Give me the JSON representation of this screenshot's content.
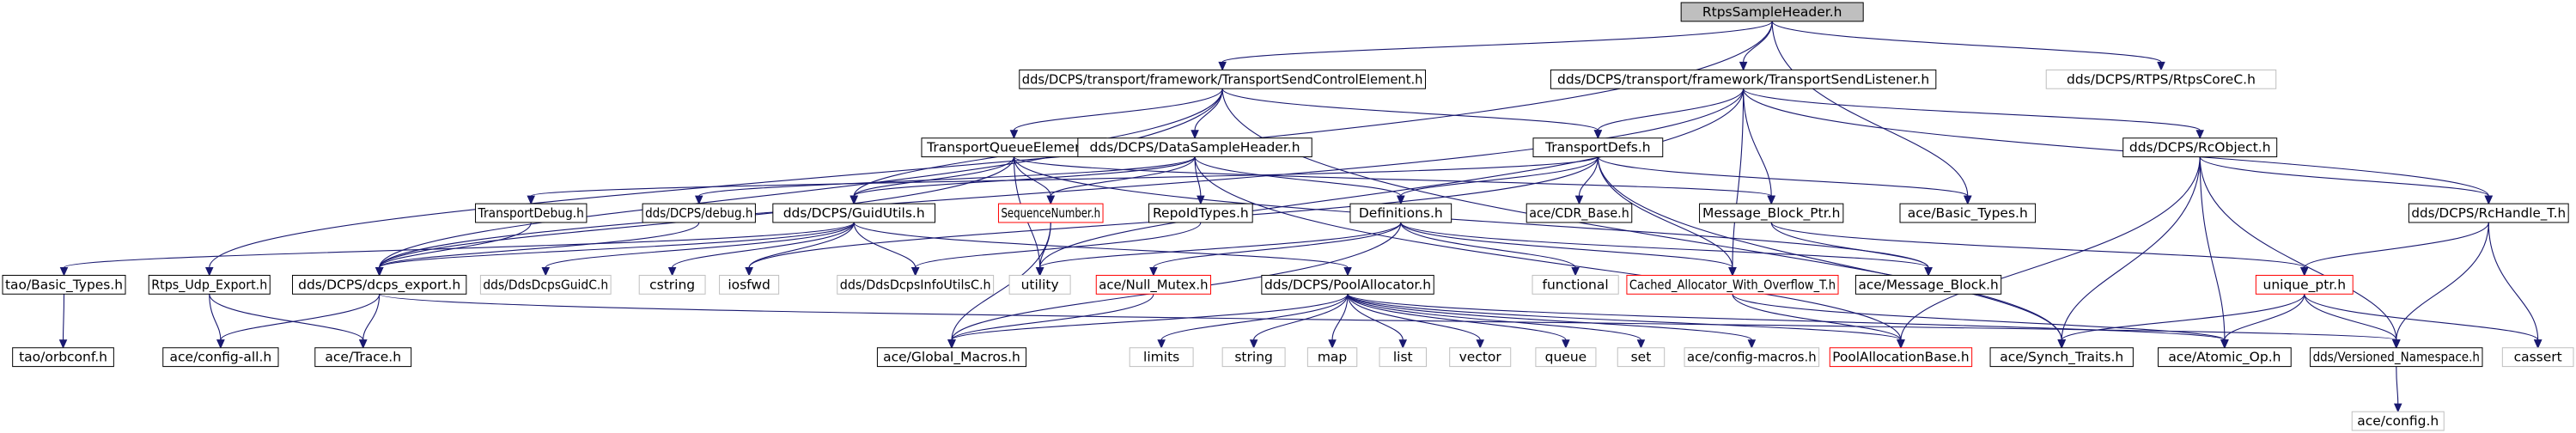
{
  "graph": {
    "colors": {
      "edge": "#191970",
      "node_border": "#000000",
      "root_fill": "#bfbfbf",
      "external_border": "#bfbfbf",
      "truncated_border": "#ff0000",
      "external_text": "#7f7f7f"
    },
    "nodes": [
      {
        "id": "root",
        "label": "RtpsSampleHeader.h",
        "kind": "root"
      },
      {
        "id": "tsce",
        "label": "dds/DCPS/transport/framework/TransportSendControlElement.h",
        "kind": "normal"
      },
      {
        "id": "tsl",
        "label": "dds/DCPS/transport/framework/TransportSendListener.h",
        "kind": "normal"
      },
      {
        "id": "rtpscore",
        "label": "dds/DCPS/RTPS/RtpsCoreC.h",
        "kind": "external"
      },
      {
        "id": "tqe",
        "label": "TransportQueueElement.h",
        "kind": "normal"
      },
      {
        "id": "dsh",
        "label": "dds/DCPS/DataSampleHeader.h",
        "kind": "normal"
      },
      {
        "id": "tdefs",
        "label": "TransportDefs.h",
        "kind": "normal"
      },
      {
        "id": "rcobj",
        "label": "dds/DCPS/RcObject.h",
        "kind": "normal"
      },
      {
        "id": "tdebug",
        "label": "TransportDebug.h",
        "kind": "normal"
      },
      {
        "id": "debug",
        "label": "dds/DCPS/debug.h",
        "kind": "normal"
      },
      {
        "id": "guid",
        "label": "dds/DCPS/GuidUtils.h",
        "kind": "normal"
      },
      {
        "id": "seqnum",
        "label": "SequenceNumber.h",
        "kind": "truncated"
      },
      {
        "id": "repoid",
        "label": "RepoIdTypes.h",
        "kind": "normal"
      },
      {
        "id": "defs",
        "label": "Definitions.h",
        "kind": "normal"
      },
      {
        "id": "cdr",
        "label": "ace/CDR_Base.h",
        "kind": "normal"
      },
      {
        "id": "mbptr",
        "label": "Message_Block_Ptr.h",
        "kind": "normal"
      },
      {
        "id": "basic",
        "label": "ace/Basic_Types.h",
        "kind": "normal"
      },
      {
        "id": "rchandle",
        "label": "dds/DCPS/RcHandle_T.h",
        "kind": "normal"
      },
      {
        "id": "taobasic",
        "label": "tao/Basic_Types.h",
        "kind": "normal"
      },
      {
        "id": "rtpsudp",
        "label": "Rtps_Udp_Export.h",
        "kind": "normal"
      },
      {
        "id": "dcpsexp",
        "label": "dds/DCPS/dcps_export.h",
        "kind": "normal"
      },
      {
        "id": "ddsguidc",
        "label": "dds/DdsDcpsGuidC.h",
        "kind": "external"
      },
      {
        "id": "cstring",
        "label": "cstring",
        "kind": "external"
      },
      {
        "id": "iosfwd",
        "label": "iosfwd",
        "kind": "external"
      },
      {
        "id": "infoutils",
        "label": "dds/DdsDcpsInfoUtilsC.h",
        "kind": "external"
      },
      {
        "id": "utility",
        "label": "utility",
        "kind": "external"
      },
      {
        "id": "nullmutex",
        "label": "ace/Null_Mutex.h",
        "kind": "truncated"
      },
      {
        "id": "poolalloc",
        "label": "dds/DCPS/PoolAllocator.h",
        "kind": "normal"
      },
      {
        "id": "functional",
        "label": "functional",
        "kind": "external"
      },
      {
        "id": "cached",
        "label": "Cached_Allocator_With_Overflow_T.h",
        "kind": "truncated"
      },
      {
        "id": "msgblock",
        "label": "ace/Message_Block.h",
        "kind": "normal"
      },
      {
        "id": "uniqueptr",
        "label": "unique_ptr.h",
        "kind": "truncated"
      },
      {
        "id": "orbconf",
        "label": "tao/orbconf.h",
        "kind": "normal"
      },
      {
        "id": "configall",
        "label": "ace/config-all.h",
        "kind": "normal"
      },
      {
        "id": "trace",
        "label": "ace/Trace.h",
        "kind": "normal"
      },
      {
        "id": "globalmacros",
        "label": "ace/Global_Macros.h",
        "kind": "normal"
      },
      {
        "id": "limits",
        "label": "limits",
        "kind": "external"
      },
      {
        "id": "string",
        "label": "string",
        "kind": "external"
      },
      {
        "id": "map",
        "label": "map",
        "kind": "external"
      },
      {
        "id": "list",
        "label": "list",
        "kind": "external"
      },
      {
        "id": "vector",
        "label": "vector",
        "kind": "external"
      },
      {
        "id": "queue",
        "label": "queue",
        "kind": "external"
      },
      {
        "id": "set",
        "label": "set",
        "kind": "external"
      },
      {
        "id": "configmacros",
        "label": "ace/config-macros.h",
        "kind": "external"
      },
      {
        "id": "poolbase",
        "label": "PoolAllocationBase.h",
        "kind": "truncated"
      },
      {
        "id": "synch",
        "label": "ace/Synch_Traits.h",
        "kind": "normal"
      },
      {
        "id": "atomic",
        "label": "ace/Atomic_Op.h",
        "kind": "normal"
      },
      {
        "id": "versioned",
        "label": "dds/Versioned_Namespace.h",
        "kind": "normal"
      },
      {
        "id": "cassert",
        "label": "cassert",
        "kind": "external"
      },
      {
        "id": "aceconfig",
        "label": "ace/config.h",
        "kind": "external"
      }
    ],
    "edges": [
      [
        "root",
        "tsce"
      ],
      [
        "root",
        "tsl"
      ],
      [
        "root",
        "rtpscore"
      ],
      [
        "root",
        "rtpsudp"
      ],
      [
        "root",
        "basic"
      ],
      [
        "tsce",
        "tqe"
      ],
      [
        "tsce",
        "dsh"
      ],
      [
        "tsce",
        "tdefs"
      ],
      [
        "tsce",
        "dcpsexp"
      ],
      [
        "tsce",
        "guid"
      ],
      [
        "tsce",
        "synch"
      ],
      [
        "tsl",
        "tdefs"
      ],
      [
        "tsl",
        "rcobj"
      ],
      [
        "tsl",
        "mbptr"
      ],
      [
        "tsl",
        "dcpsexp"
      ],
      [
        "tsl",
        "rchandle"
      ],
      [
        "tsl",
        "utility"
      ],
      [
        "tsl",
        "cached"
      ],
      [
        "tqe",
        "seqnum"
      ],
      [
        "tqe",
        "guid"
      ],
      [
        "tqe",
        "dcpsexp"
      ],
      [
        "tqe",
        "utility"
      ],
      [
        "tqe",
        "mbptr"
      ],
      [
        "tqe",
        "msgblock"
      ],
      [
        "dsh",
        "seqnum"
      ],
      [
        "dsh",
        "repoid"
      ],
      [
        "dsh",
        "defs"
      ],
      [
        "dsh",
        "guid"
      ],
      [
        "dsh",
        "poolbase"
      ],
      [
        "dsh",
        "debug"
      ],
      [
        "tdefs",
        "defs"
      ],
      [
        "tdefs",
        "cdr"
      ],
      [
        "tdefs",
        "basic"
      ],
      [
        "tdefs",
        "tdebug"
      ],
      [
        "tdefs",
        "cached"
      ],
      [
        "tdefs",
        "synch"
      ],
      [
        "tdefs",
        "iosfwd"
      ],
      [
        "rcobj",
        "rchandle"
      ],
      [
        "rcobj",
        "synch"
      ],
      [
        "rcobj",
        "atomic"
      ],
      [
        "rcobj",
        "versioned"
      ],
      [
        "rcobj",
        "poolbase"
      ],
      [
        "tdebug",
        "dcpsexp"
      ],
      [
        "debug",
        "dcpsexp"
      ],
      [
        "guid",
        "dcpsexp"
      ],
      [
        "guid",
        "ddsguidc"
      ],
      [
        "guid",
        "cstring"
      ],
      [
        "guid",
        "iosfwd"
      ],
      [
        "guid",
        "infoutils"
      ],
      [
        "guid",
        "taobasic"
      ],
      [
        "guid",
        "poolalloc"
      ],
      [
        "seqnum",
        "utility"
      ],
      [
        "seqnum",
        "globalmacros"
      ],
      [
        "repoid",
        "infoutils"
      ],
      [
        "defs",
        "nullmutex"
      ],
      [
        "defs",
        "functional"
      ],
      [
        "defs",
        "cached"
      ],
      [
        "defs",
        "msgblock"
      ],
      [
        "defs",
        "utility"
      ],
      [
        "defs",
        "globalmacros"
      ],
      [
        "mbptr",
        "msgblock"
      ],
      [
        "mbptr",
        "uniqueptr"
      ],
      [
        "rchandle",
        "uniqueptr"
      ],
      [
        "rchandle",
        "versioned"
      ],
      [
        "rchandle",
        "cassert"
      ],
      [
        "taobasic",
        "orbconf"
      ],
      [
        "rtpsudp",
        "configall"
      ],
      [
        "rtpsudp",
        "trace"
      ],
      [
        "dcpsexp",
        "configall"
      ],
      [
        "dcpsexp",
        "trace"
      ],
      [
        "dcpsexp",
        "versioned"
      ],
      [
        "nullmutex",
        "globalmacros"
      ],
      [
        "poolalloc",
        "limits"
      ],
      [
        "poolalloc",
        "string"
      ],
      [
        "poolalloc",
        "map"
      ],
      [
        "poolalloc",
        "list"
      ],
      [
        "poolalloc",
        "vector"
      ],
      [
        "poolalloc",
        "queue"
      ],
      [
        "poolalloc",
        "set"
      ],
      [
        "poolalloc",
        "configmacros"
      ],
      [
        "poolalloc",
        "poolbase"
      ],
      [
        "poolalloc",
        "atomic"
      ],
      [
        "poolalloc",
        "globalmacros"
      ],
      [
        "cached",
        "poolbase"
      ],
      [
        "cached",
        "atomic"
      ],
      [
        "uniqueptr",
        "synch"
      ],
      [
        "uniqueptr",
        "atomic"
      ],
      [
        "uniqueptr",
        "versioned"
      ],
      [
        "uniqueptr",
        "cassert"
      ],
      [
        "versioned",
        "aceconfig"
      ]
    ]
  }
}
